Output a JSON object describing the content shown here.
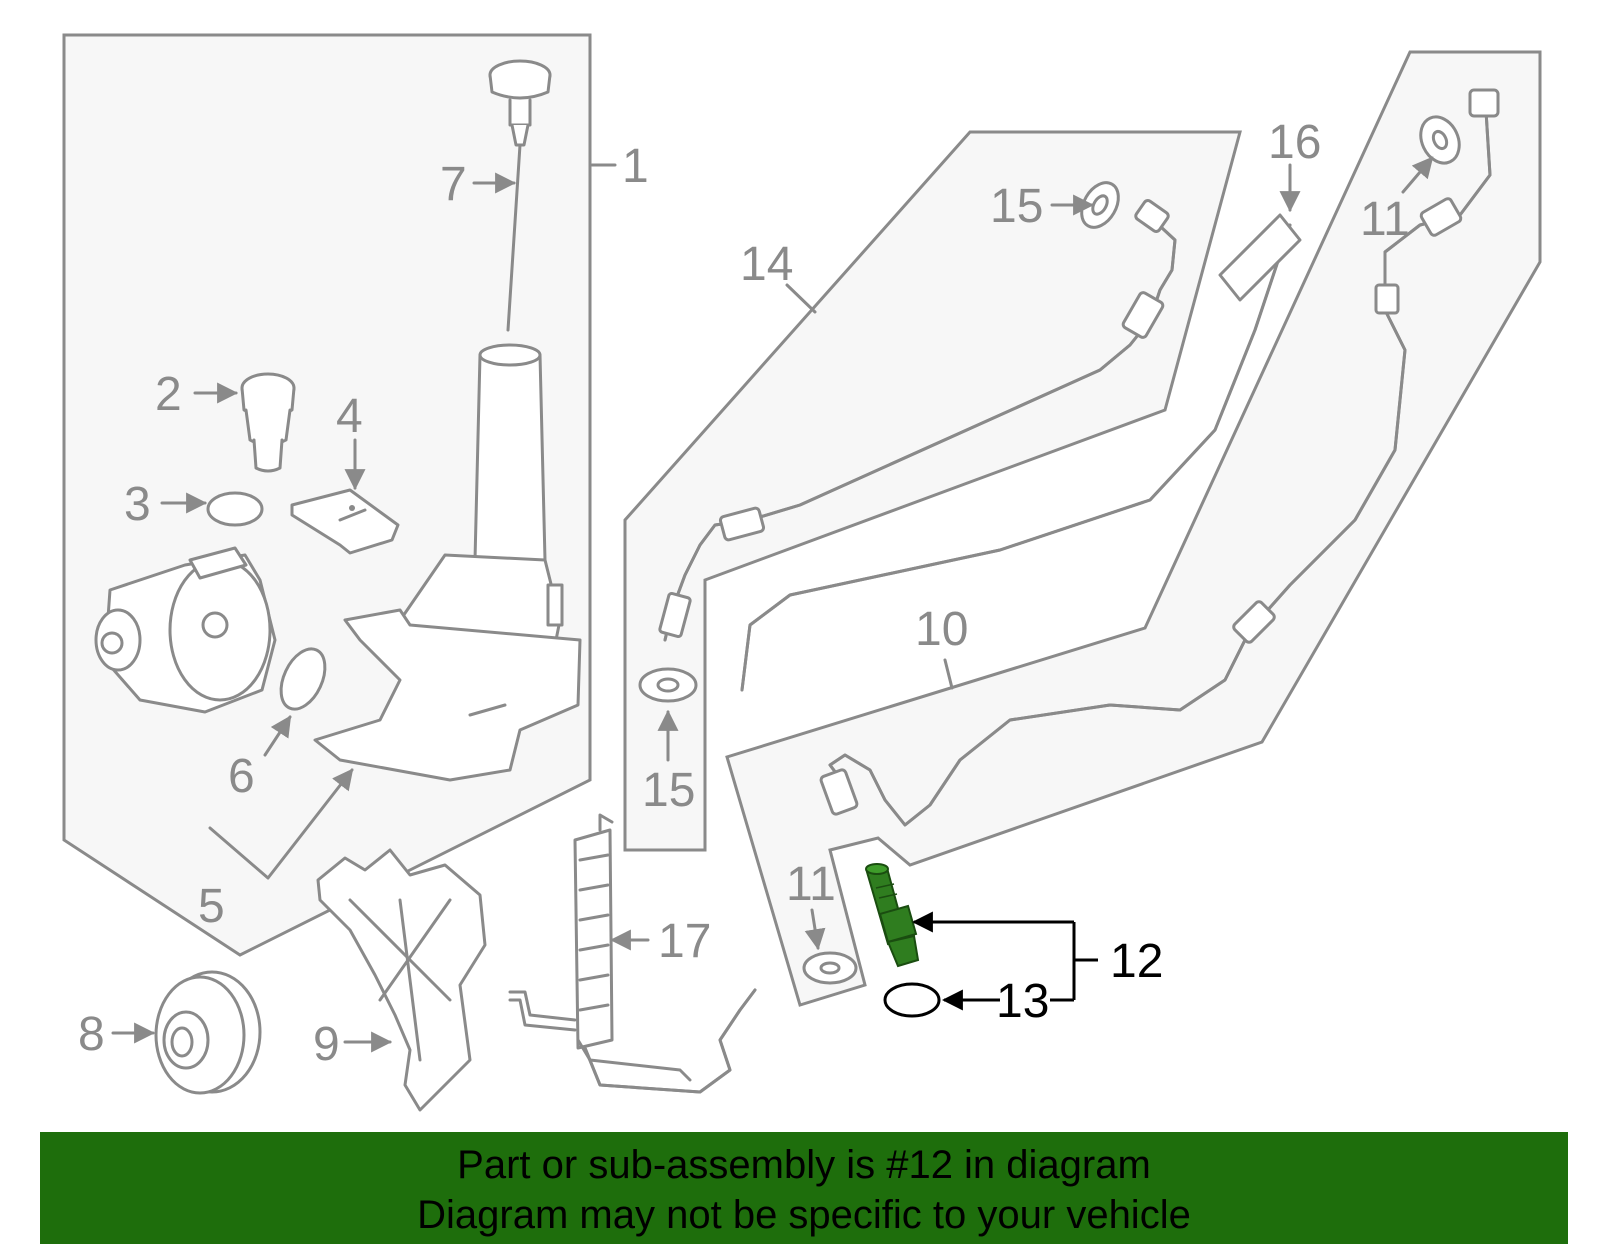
{
  "colors": {
    "line": "#8a8a8a",
    "panel": "#f7f7f7",
    "highlight_part": "#2f7d1f",
    "banner": "#1e6e0c",
    "label_highlight": "#000000"
  },
  "labels": {
    "l1": "1",
    "l2": "2",
    "l3": "3",
    "l4": "4",
    "l5": "5",
    "l6": "6",
    "l7": "7",
    "l8": "8",
    "l9": "9",
    "l10": "10",
    "l11a": "11",
    "l11b": "11",
    "l12": "12",
    "l13": "13",
    "l14": "14",
    "l15a": "15",
    "l15b": "15",
    "l16": "16",
    "l17": "17"
  },
  "banner": {
    "line1": "Part or sub-assembly is #12 in diagram",
    "line2": "Diagram may not be specific to your vehicle"
  }
}
